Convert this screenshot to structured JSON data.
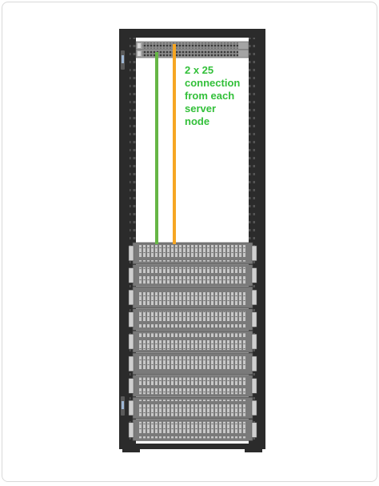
{
  "diagram": {
    "title": "",
    "annotation": "2 x 25\nconnection\nfrom each\nserver\nnode",
    "colors": {
      "rack_frame": "#2b2b2b",
      "server_chassis": "#7a7a7a",
      "server_bay": "#c8c8c8",
      "switch_body": "#9a9a9a",
      "cable_1": "#66b645",
      "cable_2": "#f6a623",
      "annotation_text": "#33c03a"
    },
    "components": {
      "switch_count": 2,
      "server_count": 9,
      "cable_count": 2
    },
    "icons": [
      "server-rack-icon",
      "network-switch-icon",
      "server-node-icon",
      "rack-handle-icon"
    ]
  }
}
